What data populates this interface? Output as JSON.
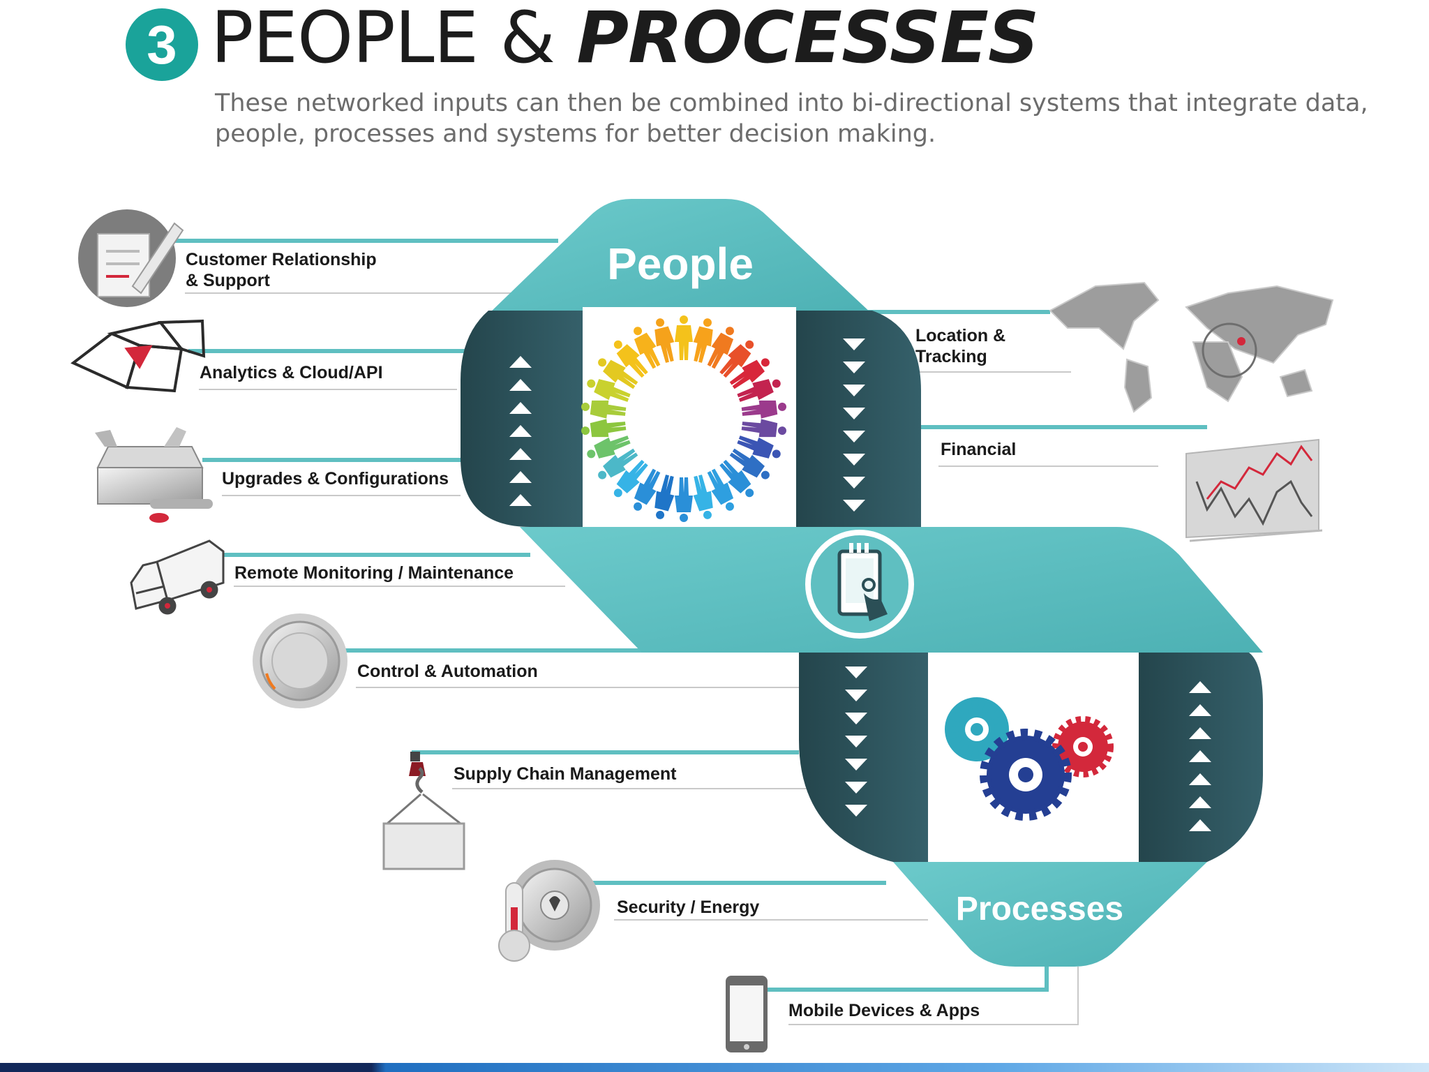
{
  "header": {
    "step_number": "3",
    "title_plain": "PEOPLE & ",
    "title_emphasis": "PROCESSES",
    "subtitle_lines": [
      "These networked inputs can then be combined into bi-directional systems that integrate data,",
      "people, processes and systems for better decision making."
    ]
  },
  "diagram": {
    "people_label": "People",
    "processes_label": "Processes",
    "items": [
      {
        "lines": [
          "Customer Relationship",
          "& Support"
        ],
        "icon": "pen-document-icon"
      },
      {
        "lines": [
          "Analytics & Cloud/API"
        ],
        "icon": "network-mesh-icon"
      },
      {
        "lines": [
          "Upgrades & Configurations"
        ],
        "icon": "toolbox-icon"
      },
      {
        "lines": [
          "Remote Monitoring / Maintenance"
        ],
        "icon": "truck-icon"
      },
      {
        "lines": [
          "Control & Automation"
        ],
        "icon": "dial-knob-icon"
      },
      {
        "lines": [
          "Supply Chain Management"
        ],
        "icon": "crane-hook-icon"
      },
      {
        "lines": [
          "Security / Energy"
        ],
        "icon": "safe-thermometer-icon"
      },
      {
        "lines": [
          "Mobile Devices & Apps"
        ],
        "icon": "smartphone-icon"
      },
      {
        "lines": [
          "Location &",
          "Tracking"
        ],
        "icon": "world-map-icon"
      },
      {
        "lines": [
          "Financial"
        ],
        "icon": "stock-chart-icon"
      }
    ],
    "center_icon": "tablet-touch-icon",
    "people_icon": "people-circle-icon",
    "gears_icon": "gears-icon"
  },
  "colors": {
    "teal": "#5fbfc1",
    "dark_teal": "#2b4f56",
    "badge": "#1aa39a",
    "text": "#1a1a1a"
  }
}
